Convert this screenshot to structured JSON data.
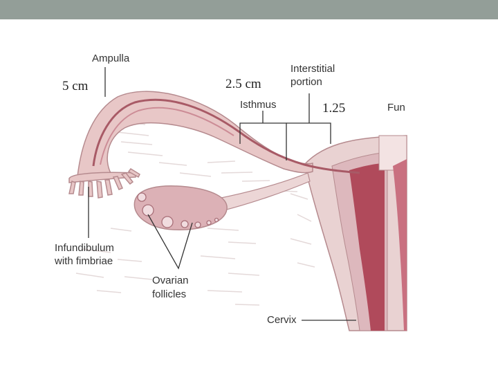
{
  "header": {
    "bar_color": "#939e98"
  },
  "diagram": {
    "labels": {
      "ampulla": "Ampulla",
      "interstitial_line1": "Interstitial",
      "interstitial_line2": "portion",
      "isthmus": "Isthmus",
      "fundus": "Fun",
      "infundibulum_line1": "Infundibulum",
      "infundibulum_line2": "with fimbriae",
      "ovarian_line1": "Ovarian",
      "ovarian_line2": "follicles",
      "cervix": "Cervix"
    },
    "measurements": {
      "ampulla_length": "5 cm",
      "isthmus_length": "2.5 cm",
      "interstitial_length": "1.25"
    },
    "colors": {
      "tube": "#e8c7c7",
      "tube_outline": "#b58a8e",
      "lumen": "#a85a66",
      "uterus_wall": "#e9d2d2",
      "cavity": "#b04a5b",
      "ovary": "#dcb1b6"
    }
  }
}
